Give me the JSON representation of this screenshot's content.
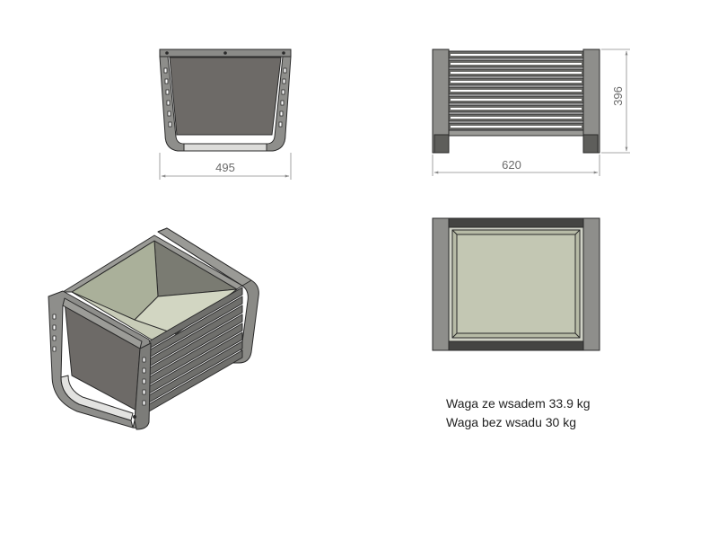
{
  "dimensions": {
    "front_width": "495",
    "side_width": "620",
    "height": "396"
  },
  "notes": {
    "weight_with_insert": "Waga ze wsadem 33.9 kg",
    "weight_without_insert": "Waga bez wsadu 30 kg"
  },
  "colors": {
    "steel": "#7a7a76",
    "steel_dark": "#5b5b58",
    "panel": "#6f6c69",
    "liner": "#c3c7b3",
    "liner_inner": "#b9bda7",
    "outline": "#2a2a2a",
    "dimension": "#8a8a8a"
  }
}
